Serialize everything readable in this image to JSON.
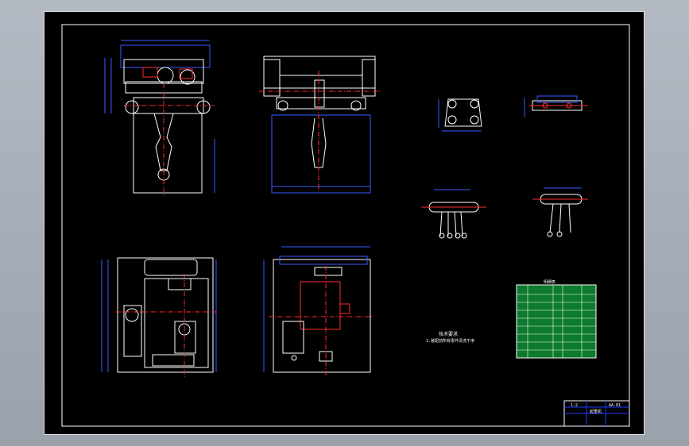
{
  "colors": {
    "background": "#000000",
    "outline": "#ffffff",
    "dimension": "#3a5bff",
    "centerline": "#ff2b2b",
    "table_fill": "#0d7a2e",
    "table_text": "#ffffff",
    "title_block": "#1e3cff"
  },
  "text": {
    "note_title": "技术要求",
    "note_body": "1.装配前所有零件清洗干净",
    "table_header": "明细表",
    "title_scale": "1:2",
    "title_name": "起重机",
    "title_number": "AA-01"
  }
}
